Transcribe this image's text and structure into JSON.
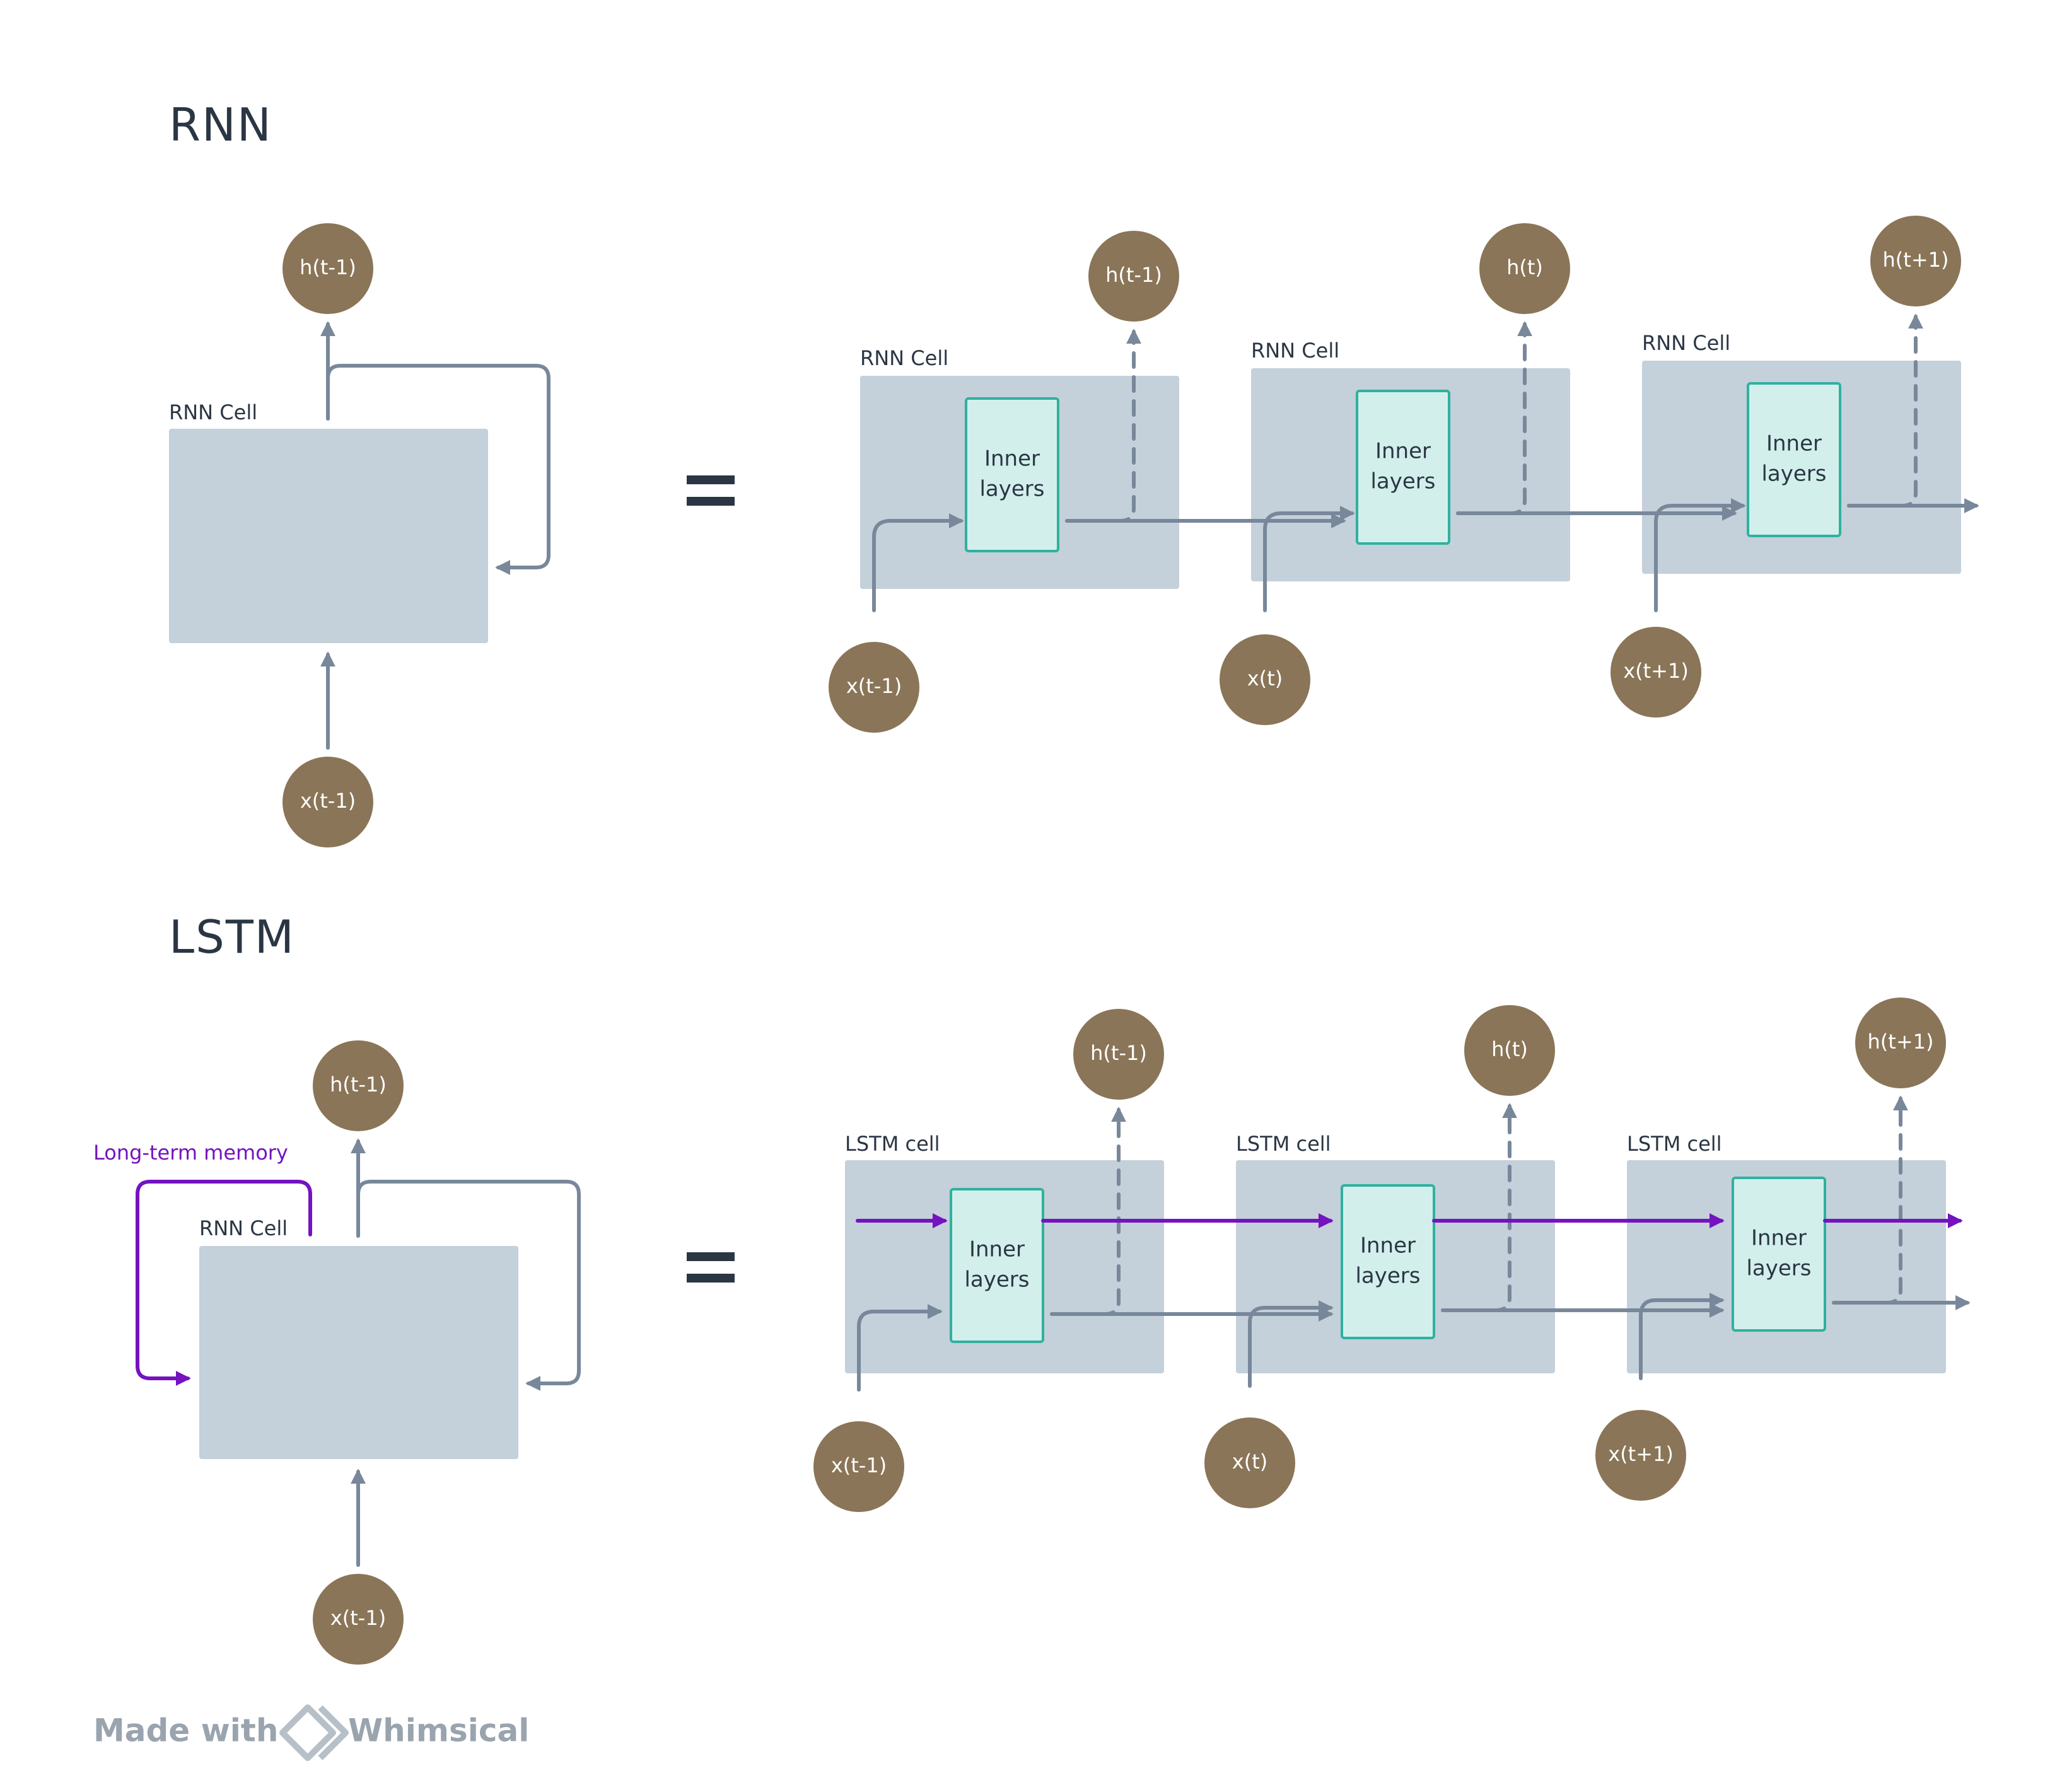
{
  "sections": {
    "rnn": {
      "title": "RNN",
      "folded": {
        "cell_label": "RNN Cell",
        "output": "h(t-1)",
        "input": "x(t-1)"
      },
      "equals": "=",
      "unrolled": [
        {
          "cell_label": "RNN Cell",
          "inner": [
            "Inner",
            "layers"
          ],
          "output": "h(t-1)",
          "input": "x(t-1)"
        },
        {
          "cell_label": "RNN Cell",
          "inner": [
            "Inner",
            "layers"
          ],
          "output": "h(t)",
          "input": "x(t)"
        },
        {
          "cell_label": "RNN Cell",
          "inner": [
            "Inner",
            "layers"
          ],
          "output": "h(t+1)",
          "input": "x(t+1)"
        }
      ]
    },
    "lstm": {
      "title": "LSTM",
      "folded": {
        "cell_label": "RNN Cell",
        "memory_label": "Long-term memory",
        "output": "h(t-1)",
        "input": "x(t-1)"
      },
      "equals": "=",
      "unrolled": [
        {
          "cell_label": "LSTM cell",
          "inner": [
            "Inner",
            "layers"
          ],
          "output": "h(t-1)",
          "input": "x(t-1)"
        },
        {
          "cell_label": "LSTM cell",
          "inner": [
            "Inner",
            "layers"
          ],
          "output": "h(t)",
          "input": "x(t)"
        },
        {
          "cell_label": "LSTM cell",
          "inner": [
            "Inner",
            "layers"
          ],
          "output": "h(t+1)",
          "input": "x(t+1)"
        }
      ]
    }
  },
  "footer": {
    "made_with": "Made with",
    "brand": "Whimsical"
  },
  "colors": {
    "node": "#8a7558",
    "node_text": "#ffffff",
    "cell_fill": "#c4d0da",
    "inner_fill": "#d2efec",
    "inner_stroke": "#2fb19e",
    "arrow": "#78889a",
    "memory": "#7413bf",
    "label": "#2b3644",
    "footer": "#9aa4ae"
  }
}
